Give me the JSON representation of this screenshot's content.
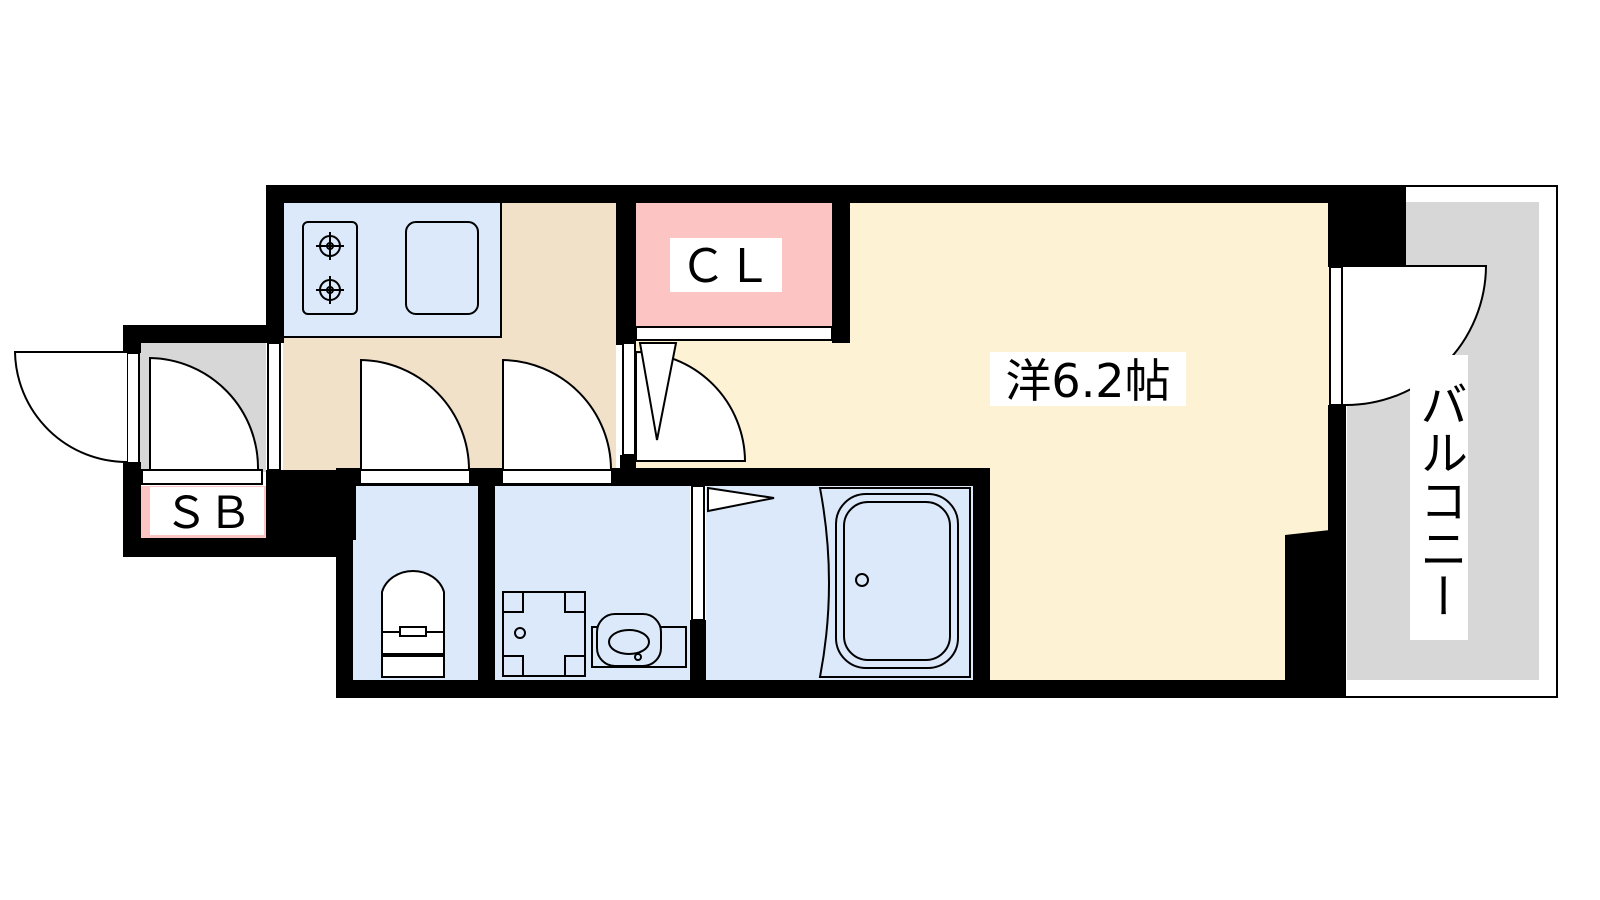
{
  "rooms": {
    "western_room": {
      "label": "洋6.2帖",
      "color": "#fdf2d4"
    },
    "closet": {
      "label": "ＣＬ",
      "color": "#fdc4c4"
    },
    "shoe_box": {
      "label": "ＳＢ",
      "color": "#fdc4c4"
    },
    "kitchen": {
      "color": "#f1e1c8"
    },
    "wet_areas": {
      "color": "#dbe9fb"
    },
    "balcony": {
      "label": "バルコニー",
      "color": "#d7d7d7"
    }
  },
  "colors": {
    "wall": "#000000",
    "fixture_outline": "#000000",
    "entry_floor": "#d7d7d7"
  },
  "icons": [
    "gas-stove-icon",
    "sink-icon",
    "toilet-icon",
    "washbasin-icon",
    "washing-machine-icon",
    "bathtub-icon",
    "door-swing-icon"
  ]
}
